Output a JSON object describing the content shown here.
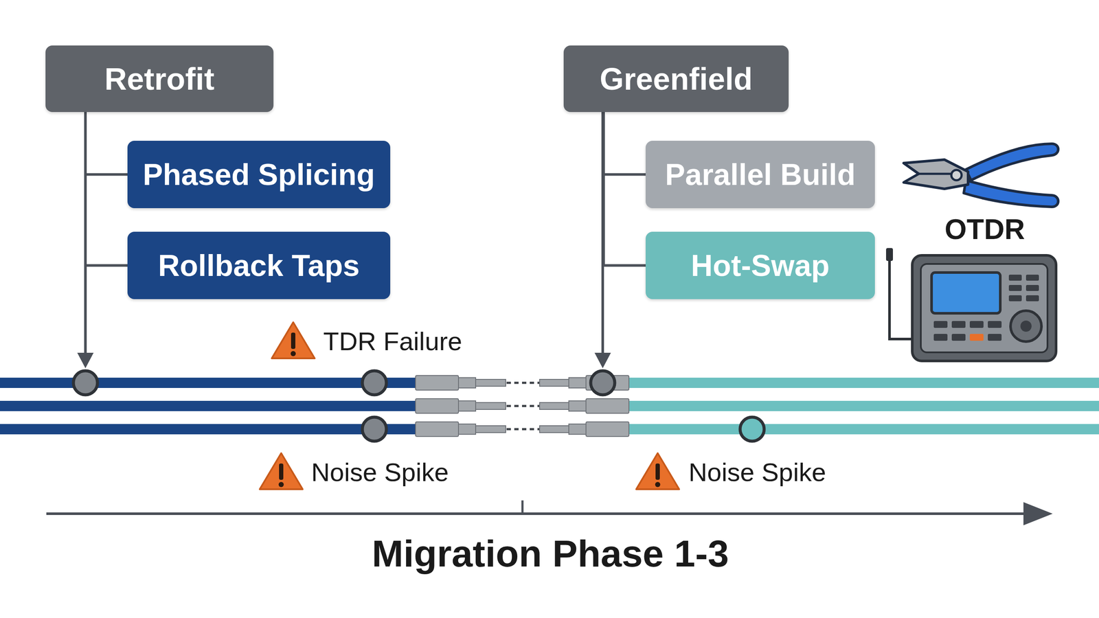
{
  "diagram": {
    "caption": "Migration Phase 1-3",
    "nodes": [
      {
        "text": [
          "Retrofit"
        ]
      },
      {
        "text": [
          "Phased Splicing"
        ]
      },
      {
        "text": [
          "Rollback Taps"
        ]
      },
      {
        "text": [
          "Greenfield"
        ]
      },
      {
        "text": [
          "Parallel Build"
        ]
      },
      {
        "text": [
          "Hot-Swap"
        ]
      }
    ],
    "edges": [
      {
        "from": 0,
        "to": 1,
        "arrow": "none"
      },
      {
        "from": 0,
        "to": 2,
        "arrow": "none"
      },
      {
        "from": 3,
        "to": 4,
        "arrow": "none"
      },
      {
        "from": 3,
        "to": 5,
        "arrow": "none"
      }
    ],
    "labels": [
      "OTDR",
      "TDR Failure",
      "Noise Spike",
      "Noise Spike"
    ]
  }
}
